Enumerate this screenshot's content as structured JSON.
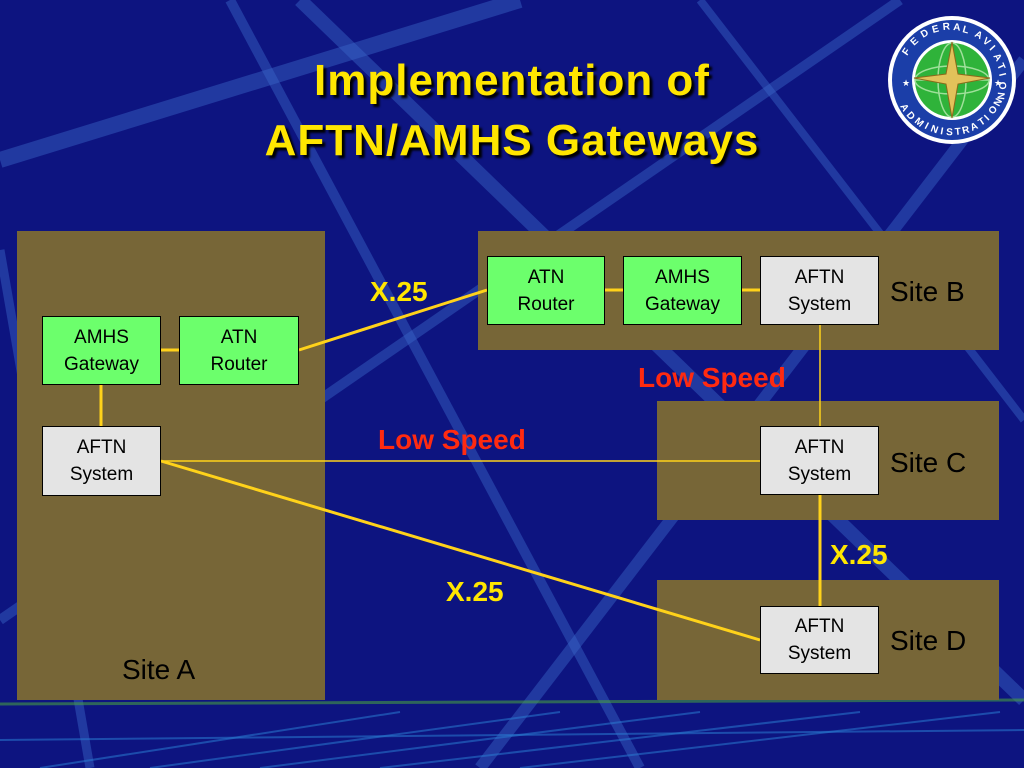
{
  "title": {
    "line1": "Implementation of",
    "line2": "AFTN/AMHS Gateways"
  },
  "seal": {
    "text_top": "FEDERAL AVIATION",
    "text_bottom": "ADMINISTRATION"
  },
  "sites": {
    "a": "Site A",
    "b": "Site B",
    "c": "Site C",
    "d": "Site D"
  },
  "nodes": {
    "site_a_amhs_gateway": [
      "AMHS",
      "Gateway"
    ],
    "site_a_atn_router": [
      "ATN",
      "Router"
    ],
    "site_a_aftn_system": [
      "AFTN",
      "System"
    ],
    "site_b_atn_router": [
      "ATN",
      "Router"
    ],
    "site_b_amhs_gateway": [
      "AMHS",
      "Gateway"
    ],
    "site_b_aftn_system": [
      "AFTN",
      "System"
    ],
    "site_c_aftn_system": [
      "AFTN",
      "System"
    ],
    "site_d_aftn_system": [
      "AFTN",
      "System"
    ]
  },
  "link_labels": {
    "a_b_x25": "X.25",
    "b_c_low_speed": "Low Speed",
    "a_c_low_speed": "Low Speed",
    "c_d_x25": "X.25",
    "a_d_x25": "X.25"
  },
  "colors": {
    "background": "#0d1480",
    "title": "#ffe600",
    "site_fill": "#776637",
    "router_gateway_fill": "#6cff6c",
    "aftn_fill": "#e4e4e4",
    "x25_link": "#ffd21a",
    "low_speed_label": "#ff2a10"
  }
}
